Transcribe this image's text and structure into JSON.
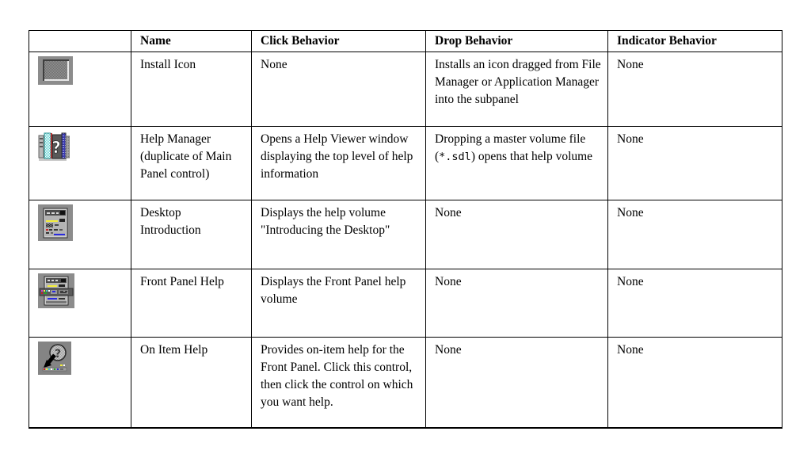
{
  "table": {
    "headers": [
      "",
      "Name",
      "Click Behavior",
      "Drop Behavior",
      "Indicator Behavior"
    ],
    "rows": [
      {
        "icon": "install-icon",
        "name": "Install Icon",
        "click": "None",
        "drop": "Installs an icon dragged from File Manager or Application Manager into the subpanel",
        "indicator": "None"
      },
      {
        "icon": "help-manager-icon",
        "name": "Help Manager (duplicate of Main Panel control)",
        "click": "Opens a Help Viewer window displaying the top level of help information",
        "drop_pre": "Dropping a master volume file (",
        "drop_code": "*.sdl",
        "drop_post": ") opens that help volume",
        "indicator": "None"
      },
      {
        "icon": "desktop-introduction-icon",
        "name": "Desktop Introduction",
        "click": "Displays the help volume \"Introducing the Desktop\"",
        "drop": "None",
        "indicator": "None"
      },
      {
        "icon": "front-panel-help-icon",
        "name": "Front Panel Help",
        "click": "Displays the Front Panel help volume",
        "drop": "None",
        "indicator": "None"
      },
      {
        "icon": "on-item-help-icon",
        "name": "On Item Help",
        "click": "Provides on-item help for the Front Panel. Click this control, then click the control on which you want help.",
        "drop": "None",
        "indicator": "None"
      }
    ]
  },
  "colors": {
    "border": "#000000",
    "icon_background_gray": "#8c8c8c",
    "help_book_cyan": "#5fd3d3",
    "panel_blue": "#2a2ae0",
    "highlight_yellow": "#f4ee3a",
    "accent_red": "#cc2222"
  }
}
